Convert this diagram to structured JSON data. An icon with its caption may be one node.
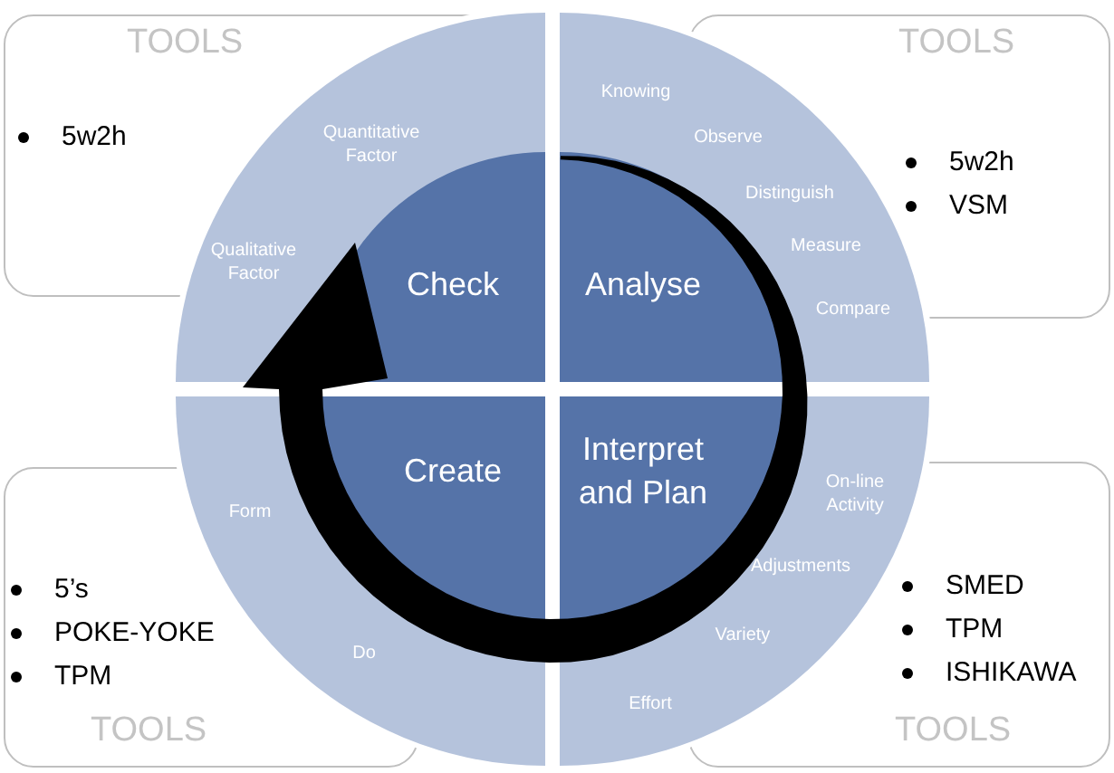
{
  "diagram": {
    "nodes": [
      {
        "text": [
          "TOOLS",
          "5w2h"
        ]
      },
      {
        "text": [
          "Quantitative Factor",
          "Qualitative Factor"
        ]
      },
      {
        "text": [
          "Check"
        ],
        "in": 1
      },
      {
        "text": [
          "Knowing",
          "Observe",
          "Distinguish",
          "Measure",
          "Compare"
        ]
      },
      {
        "text": [
          "Analyse"
        ],
        "in": 3
      },
      {
        "text": [
          "TOOLS",
          "5w2h",
          "VSM"
        ]
      },
      {
        "text": [
          "Form",
          "Do"
        ]
      },
      {
        "text": [
          "Create"
        ],
        "in": 6
      },
      {
        "text": [
          "On-line Activity",
          "Adjustments",
          "Variety",
          "Effort"
        ]
      },
      {
        "text": [
          "Interpret and Plan"
        ],
        "in": 8
      },
      {
        "text": [
          "5’s",
          "POKE-YOKE",
          "TPM",
          "TOOLS"
        ]
      },
      {
        "text": [
          "SMED",
          "TPM",
          "ISHIKAWA",
          "TOOLS"
        ]
      }
    ]
  }
}
